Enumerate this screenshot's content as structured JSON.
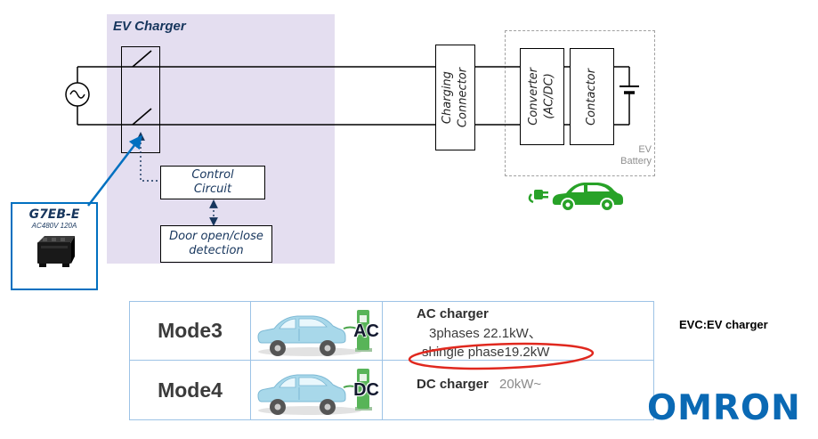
{
  "diagram": {
    "title": "EV Charger",
    "boxes": {
      "control_circuit": "Control\nCircuit",
      "door_detection": "Door open/close\ndetection",
      "charging_connector": "Charging\nConnector",
      "converter": "Converter\n(AC/DC)",
      "contactor": "Contactor",
      "ev_battery": "EV\nBattery"
    },
    "relay": {
      "model": "G7EB-E",
      "spec": "AC480V 120A"
    }
  },
  "modes": {
    "rows": [
      {
        "mode": "Mode3",
        "badge": "AC",
        "title": "AC charger",
        "lines": [
          "3phases 22.1kW、",
          "shingle phase19.2kW"
        ]
      },
      {
        "mode": "Mode4",
        "badge": "DC",
        "title": "DC charger",
        "detail": "20kW~"
      }
    ]
  },
  "footer": {
    "note": "EVC:EV charger",
    "brand": "OMRON"
  },
  "colors": {
    "accent_blue": "#0070c0",
    "omron_blue": "#0a69b4",
    "car_green": "#28a228",
    "annotation_red": "#e0281e",
    "panel_purple": "#e4def0"
  }
}
